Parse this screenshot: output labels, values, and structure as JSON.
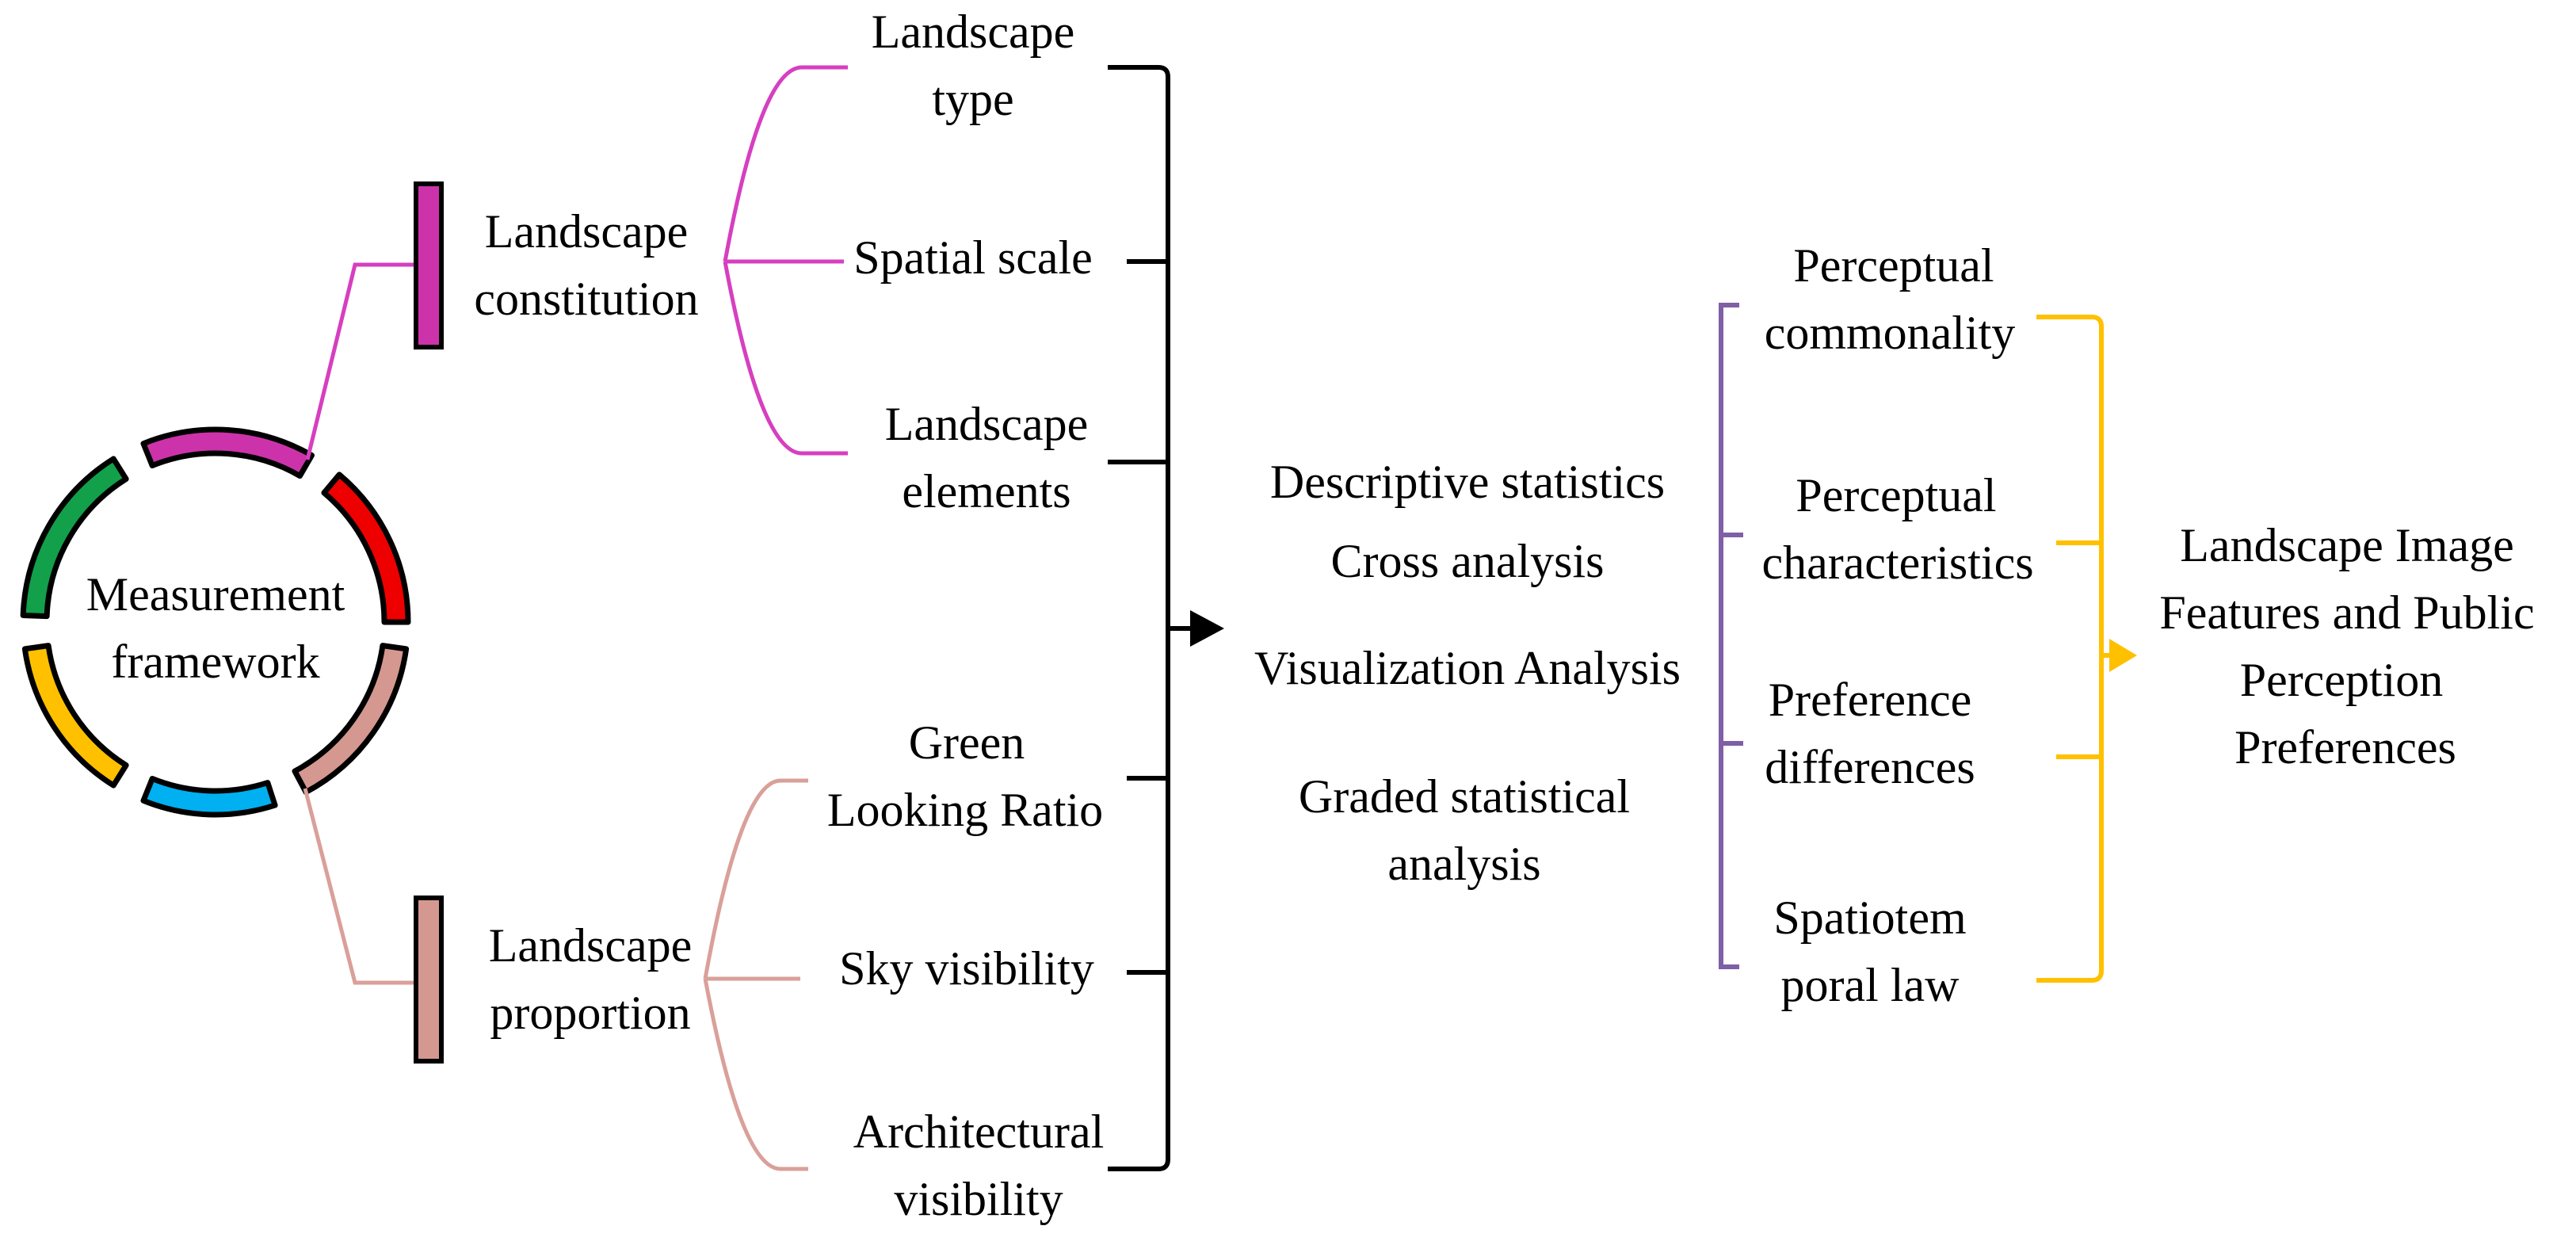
{
  "center": {
    "line1": "Measurement",
    "line2": "framework"
  },
  "branches": {
    "constitution": {
      "line1": "Landscape",
      "line2": "constitution",
      "color": "#cc33aa",
      "line_color": "#d63fc0"
    },
    "proportion": {
      "line1": "Landscape",
      "line2": "proportion",
      "color": "#d49890",
      "line_color": "#d9a099"
    }
  },
  "ring_colors": [
    "#cc33aa",
    "#ee0000",
    "#d49890",
    "#00b0f0",
    "#ffc000",
    "#12a04a"
  ],
  "constitution_items": [
    {
      "line1": "Landscape",
      "line2": "type"
    },
    {
      "line1": "Spatial scale",
      "line2": ""
    },
    {
      "line1": "Landscape",
      "line2": "elements"
    }
  ],
  "proportion_items": [
    {
      "line1": "Green",
      "line2": "Looking Ratio"
    },
    {
      "line1": "Sky visibility",
      "line2": ""
    },
    {
      "line1": "Architectural",
      "line2": "visibility"
    }
  ],
  "methods": {
    "descriptive": "Descriptive statistics",
    "cross": "Cross analysis",
    "visualization": "Visualization Analysis",
    "graded_line1": "Graded statistical",
    "graded_line2": "analysis"
  },
  "findings": {
    "color": "#7f5fa6",
    "items": [
      {
        "line1": "Perceptual",
        "line2": "commonality"
      },
      {
        "line1": "Perceptual",
        "line2": "characteristics"
      },
      {
        "line1": "Preference",
        "line2": "differences"
      },
      {
        "line1": "Spatiotem",
        "line2": "poral law"
      }
    ]
  },
  "result": {
    "color": "#ffc000",
    "line1": "Landscape Image",
    "line2": "Features and Public",
    "line3": "Perception",
    "line4": "Preferences"
  }
}
